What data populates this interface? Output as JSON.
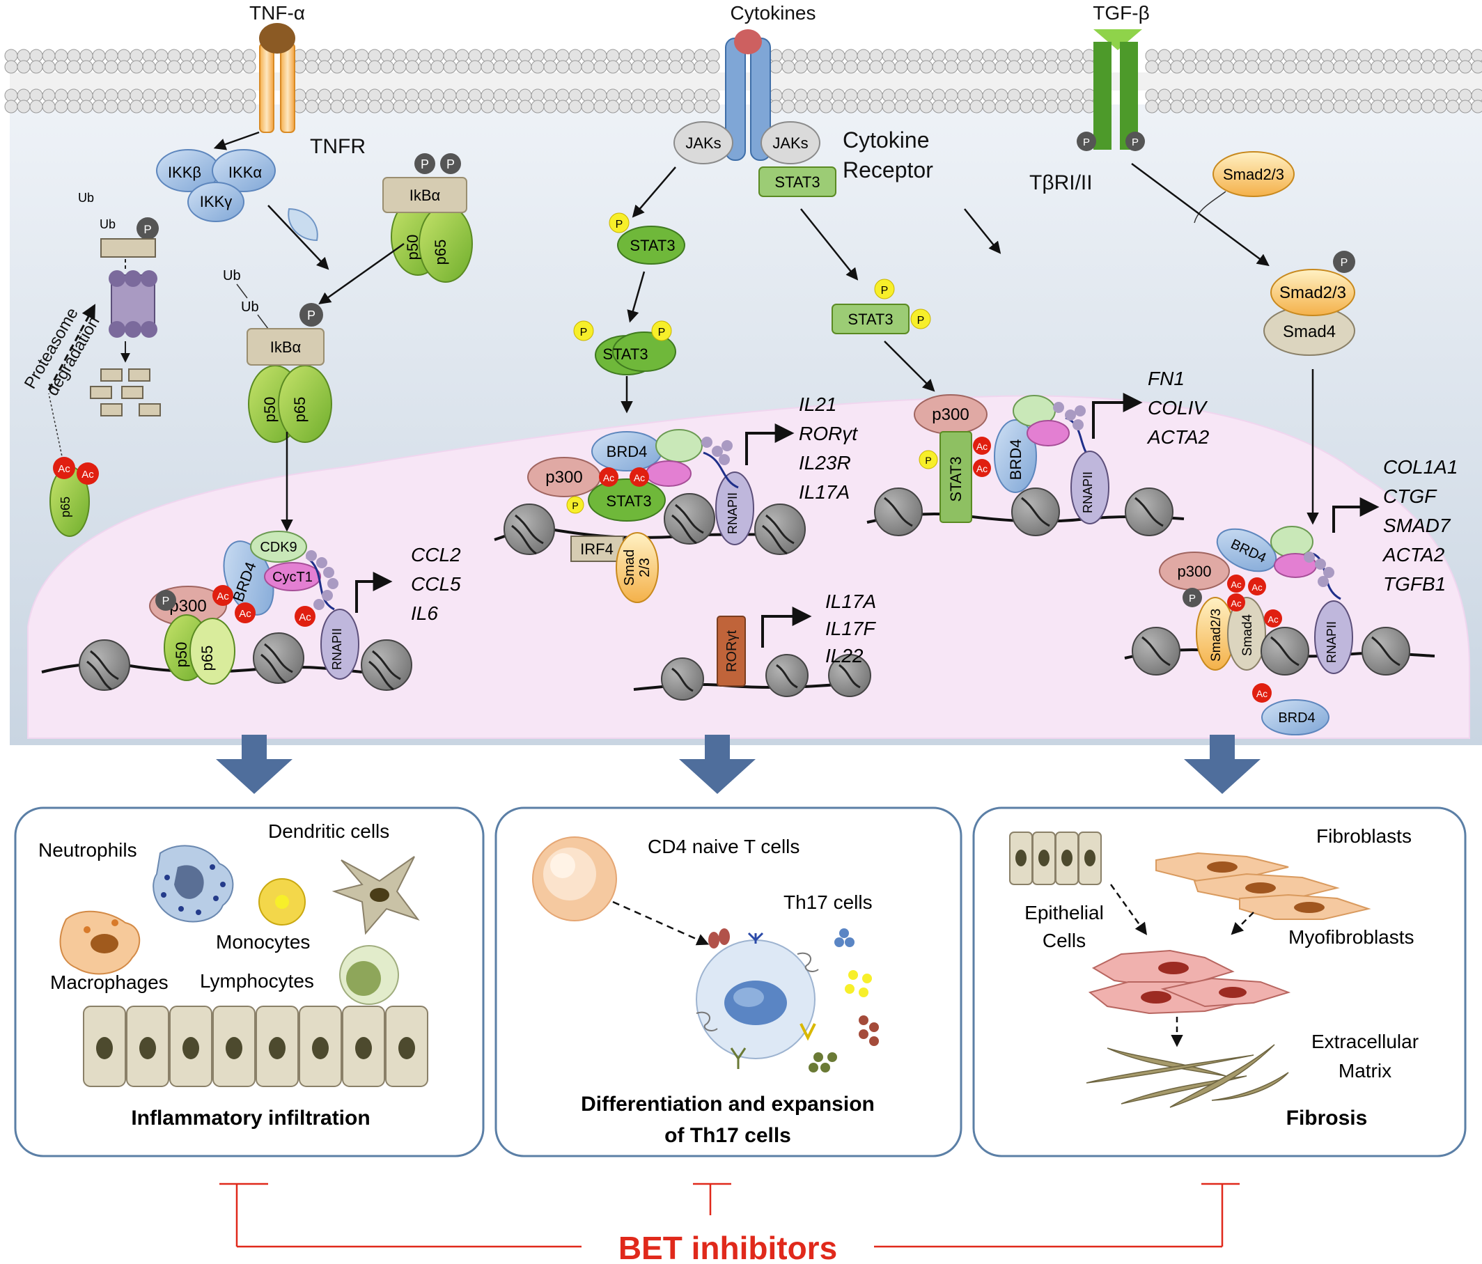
{
  "ligands": {
    "tnf": "TNF-α",
    "cytokines": "Cytokines",
    "tgf": "TGF-β"
  },
  "receptors": {
    "tnfr": "TNFR",
    "cytokine_receptor_line1": "Cytokine",
    "cytokine_receptor_line2": "Receptor",
    "tgf_receptor": "TβRI/II"
  },
  "tnf_pathway": {
    "ikkb": "IKKβ",
    "ikka": "IKKα",
    "ikkg": "IKKγ",
    "ikba": "IkBα",
    "p50": "p50",
    "p65": "p65",
    "ub": "Ub",
    "p": "P",
    "ac": "Ac",
    "proteasome_line1": "Proteasome",
    "proteasome_line2": "degradation",
    "p300": "p300",
    "brd4": "BRD4",
    "cdk9": "CDK9",
    "cyct1": "CycT1",
    "rnapii": "RNAPII",
    "genes": [
      "CCL2",
      "CCL5",
      "IL6"
    ]
  },
  "cytokine_pathway": {
    "jaks": "JAKs",
    "stat3": "STAT3",
    "irf4": "IRF4",
    "smad_line1": "Smad",
    "smad_line2": "2/3",
    "ror": "RORγt",
    "genes_top": [
      "IL21",
      "RORγt",
      "IL23R",
      "IL17A"
    ],
    "genes_bottom": [
      "IL17A",
      "IL17F",
      "IL22"
    ],
    "genes_right": [
      "FN1",
      "COLIV",
      "ACTA2"
    ]
  },
  "tgf_pathway": {
    "smad23": "Smad2/3",
    "smad4": "Smad4",
    "genes": [
      "COL1A1",
      "CTGF",
      "SMAD7",
      "ACTA2",
      "TGFB1"
    ]
  },
  "outcomes": {
    "box1": {
      "title": "Inflammatory infiltration",
      "labels": {
        "neutrophils": "Neutrophils",
        "dendritic": "Dendritic cells",
        "macrophages": "Macrophages",
        "monocytes": "Monocytes",
        "lymphocytes": "Lymphocytes"
      }
    },
    "box2": {
      "title_line1": "Differentiation and expansion",
      "title_line2": "of Th17 cells",
      "labels": {
        "cd4": "CD4 naive T cells",
        "th17": "Th17 cells"
      }
    },
    "box3": {
      "title": "Fibrosis",
      "labels": {
        "fibroblasts": "Fibroblasts",
        "epithelial_line1": "Epithelial",
        "epithelial_line2": "Cells",
        "myofibroblasts": "Myofibroblasts",
        "ecm_line1": "Extracellular",
        "ecm_line2": "Matrix"
      }
    }
  },
  "inhibitor": {
    "label": "BET inhibitors",
    "color": "#e0291b"
  },
  "colors": {
    "membrane": "#d9d9d9",
    "cytoplasm": "#dfe6ee",
    "nucleus": "#f6e4f4",
    "arrow_blue": "#4f6e9c",
    "box_border": "#5b7fa6"
  }
}
